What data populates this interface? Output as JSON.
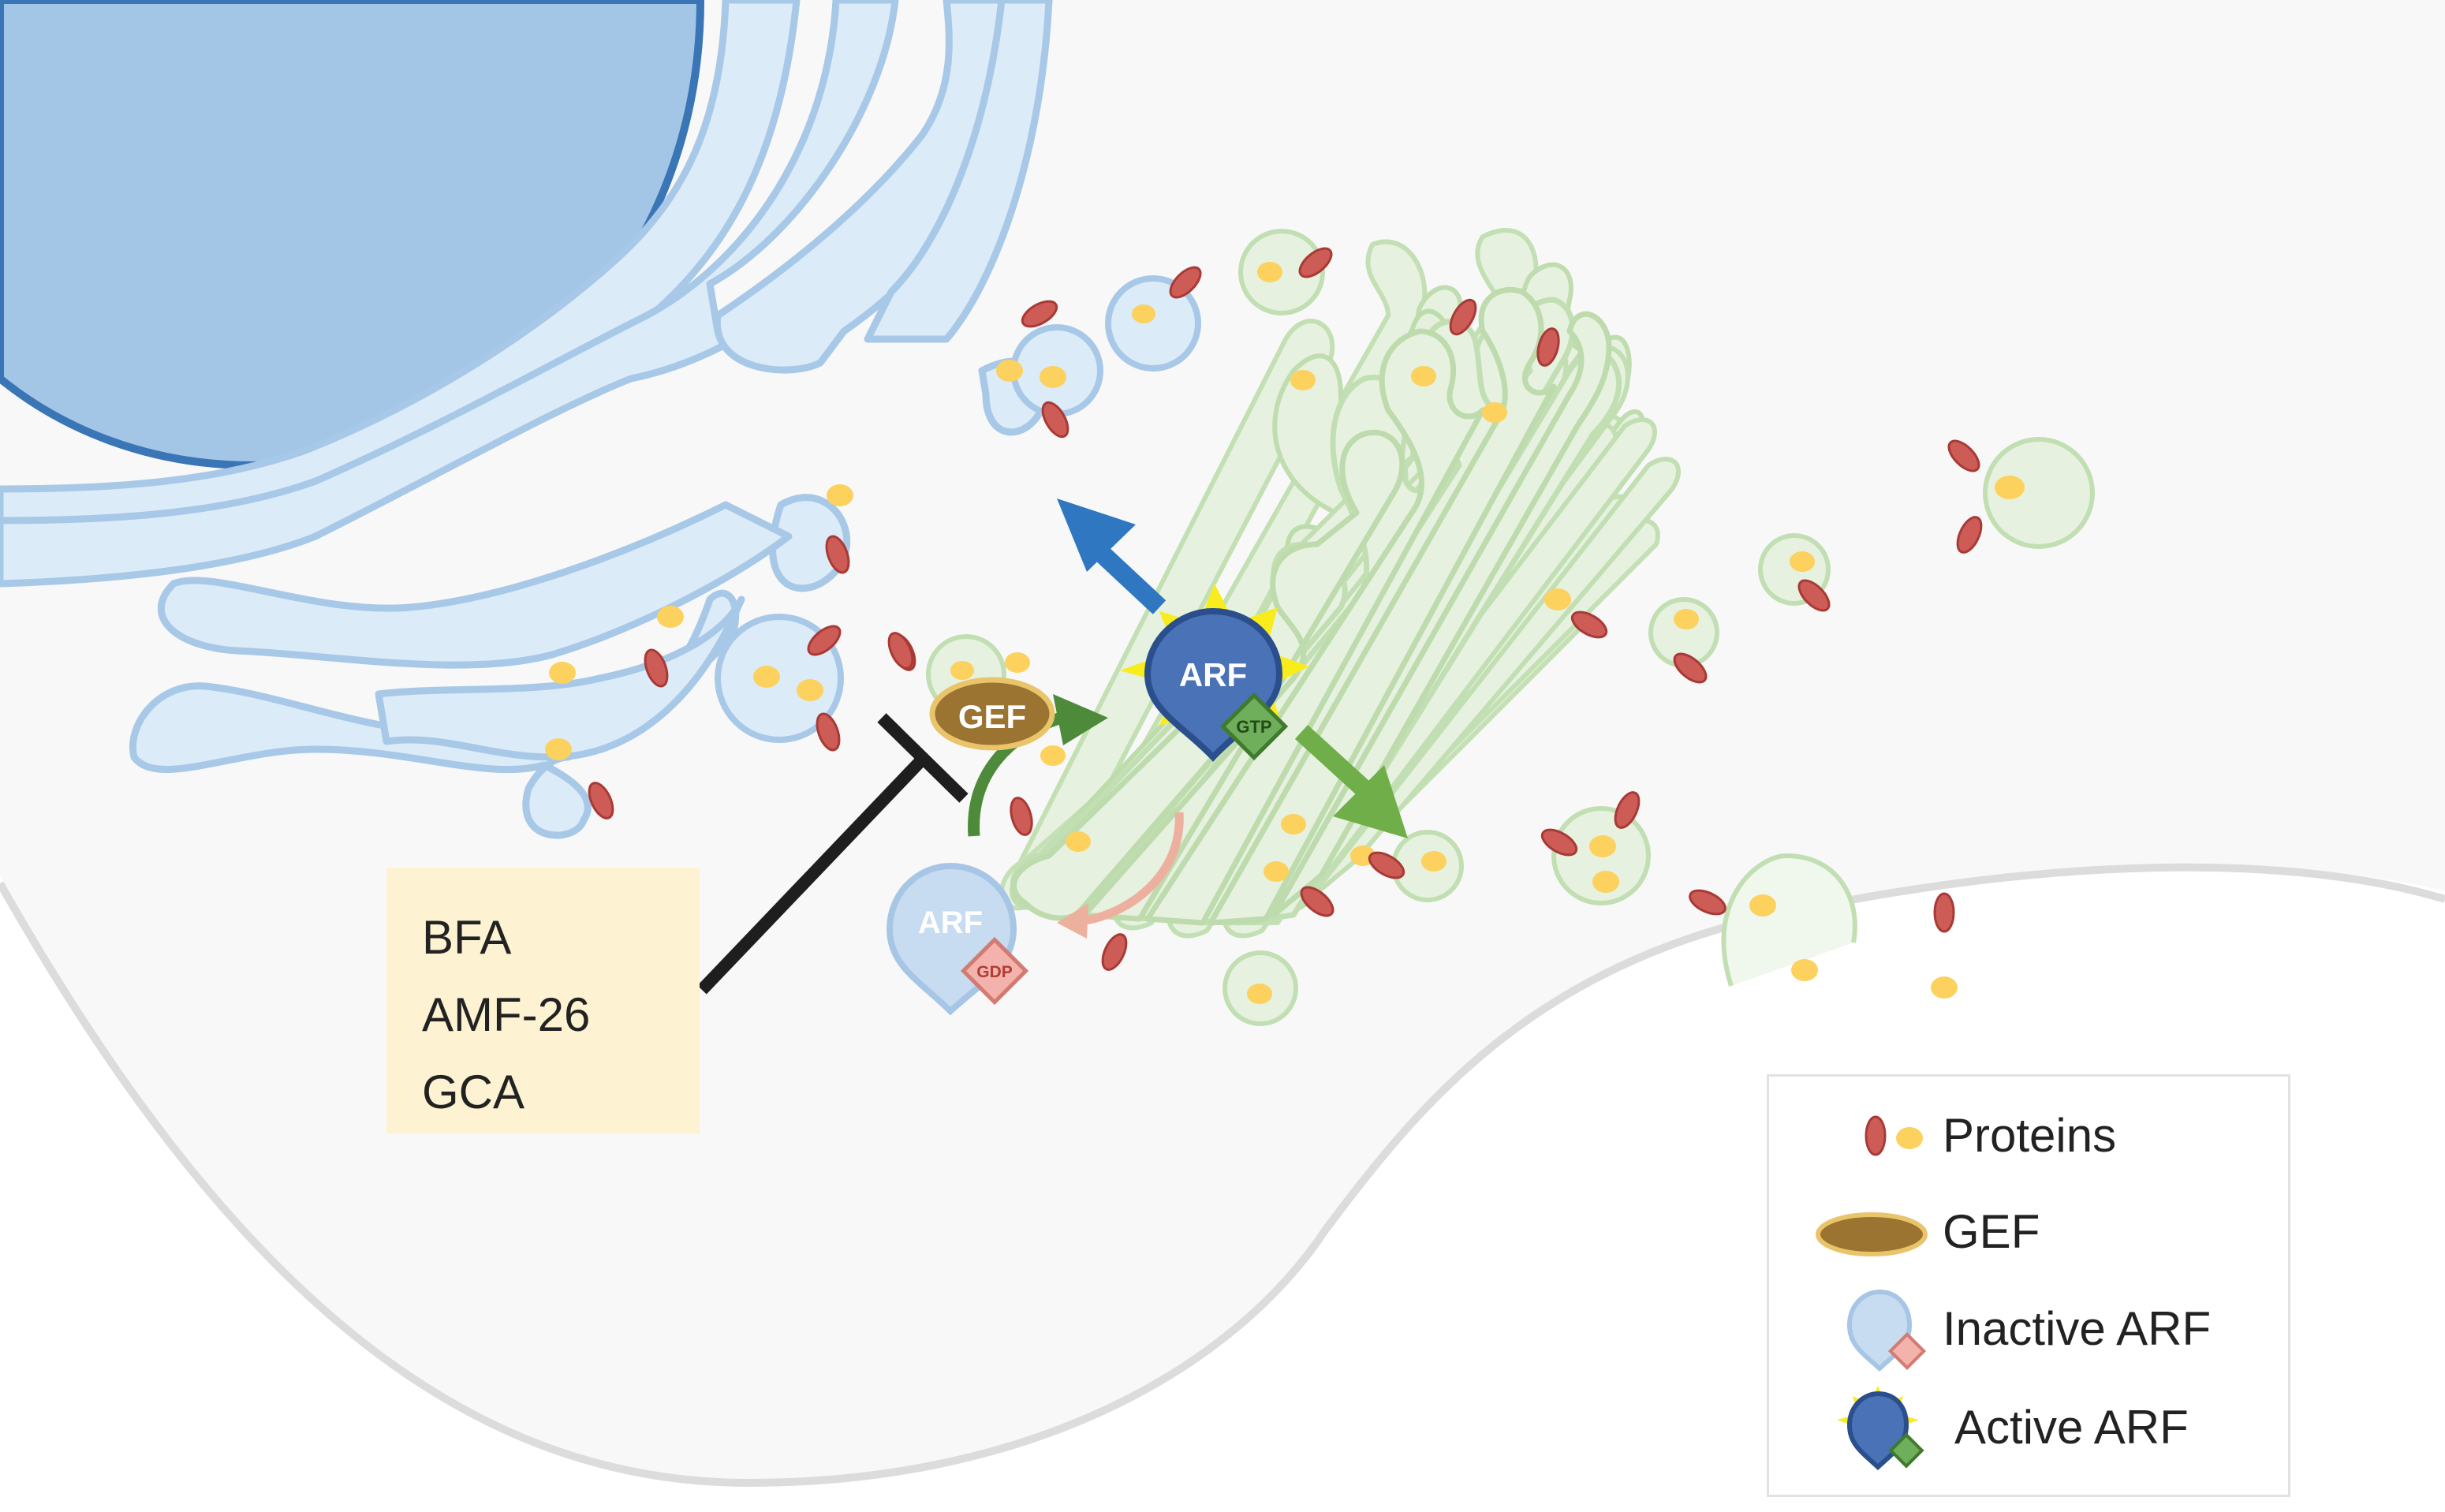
{
  "nodes": {
    "gef_label": "GEF",
    "active_arf_label": "ARF",
    "active_arf_nucleotide": "GTP",
    "inactive_arf_label": "ARF",
    "inactive_arf_nucleotide": "GDP"
  },
  "inhibitors": [
    "BFA",
    "AMF-26",
    "GCA"
  ],
  "legend": [
    {
      "icon": "protein-icon",
      "label": "Proteins"
    },
    {
      "icon": "gef-icon",
      "label": "GEF"
    },
    {
      "icon": "inactive-arf-icon",
      "label": "Inactive ARF"
    },
    {
      "icon": "active-arf-icon",
      "label": "Active ARF"
    }
  ],
  "colors": {
    "nucleus": "#a3c5e6",
    "nucleus_border": "#3a75b5",
    "er_fill": "#d9e8f6",
    "er_border": "#a8c8e8",
    "golgi_fill": "#e6f1df",
    "golgi_border": "#c3e0b4",
    "protein_red": "#cd5c57",
    "protein_yellow": "#fcd15e",
    "gef": "#9a7430",
    "active_arf": "#4a72b6",
    "inactive_arf": "#c7dcf1",
    "gtp": "#6fae5a",
    "gdp": "#f3b3ac",
    "arrow_blue": "#2f77c0",
    "arrow_green": "#6fae49",
    "arrow_dark_green": "#4d8a3a",
    "arrow_salmon": "#eeb09e",
    "inhibition": "#1e1e1e",
    "inhibitor_box": "#fdf2d1"
  }
}
